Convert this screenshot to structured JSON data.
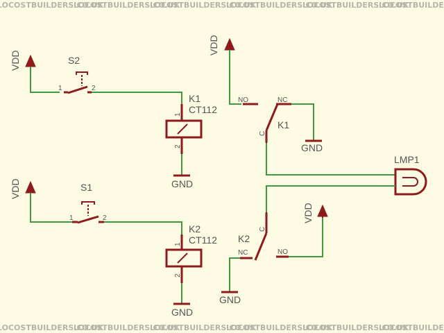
{
  "watermark": {
    "text": "LOCOSTBUILDERS.CO.UK"
  },
  "parts": {
    "s2": {
      "name": "S2",
      "pin1": "1",
      "pin2": "2"
    },
    "s1": {
      "name": "S1",
      "pin1": "1",
      "pin2": "2"
    },
    "k1_coil": {
      "name": "K1",
      "value": "CT112",
      "pin1": "1",
      "pin2": "2"
    },
    "k2_coil": {
      "name": "K2",
      "value": "CT112",
      "pin1": "1",
      "pin2": "2"
    },
    "k1_switch": {
      "name": "K1",
      "no": "NO",
      "nc": "NC",
      "c": "C"
    },
    "k2_switch": {
      "name": "K2",
      "no": "NO",
      "nc": "NC",
      "c": "C"
    },
    "lamp": {
      "name": "LMP1"
    }
  },
  "supplies": {
    "vdd_top_left": "VDD",
    "vdd_bottom_left": "VDD",
    "vdd_top_right": "VDD",
    "vdd_bottom_right": "VDD"
  },
  "grounds": {
    "gnd_k1": "GND",
    "gnd_k2": "GND",
    "gnd_k1_switch": "GND",
    "gnd_k2_switch": "GND"
  },
  "colors": {
    "background": "#fdfbe4",
    "wire": "#3f9a3f",
    "part": "#8e1b1b",
    "text": "#555555",
    "watermark": "#b4b4ac"
  }
}
